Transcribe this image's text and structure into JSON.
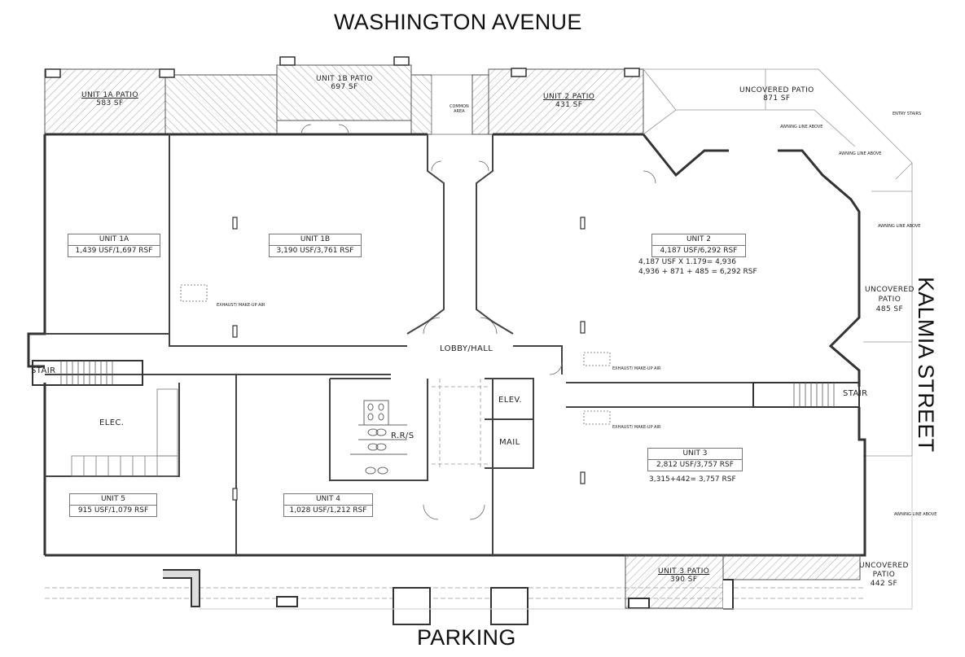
{
  "streets": {
    "top": "WASHINGTON AVENUE",
    "bottom": "PARKING",
    "right": "KALMIA STREET"
  },
  "units": [
    {
      "name": "UNIT 1A",
      "area": "1,439 USF/1,697 RSF"
    },
    {
      "name": "UNIT 1B",
      "area": "3,190 USF/3,761 RSF"
    },
    {
      "name": "UNIT 2",
      "area": "4,187 USF/6,292 RSF",
      "calc": [
        "4,187 USF X 1.179= 4,936",
        "4,936 + 871 + 485 = 6,292 RSF"
      ]
    },
    {
      "name": "UNIT 3",
      "area": "2,812 USF/3,757 RSF",
      "calc": [
        "3,315+442= 3,757 RSF"
      ]
    },
    {
      "name": "UNIT 4",
      "area": "1,028 USF/1,212 RSF"
    },
    {
      "name": "UNIT 5",
      "area": "915 USF/1,079 RSF"
    }
  ],
  "patios": [
    {
      "name": "UNIT 1A PATIO",
      "area": "583 SF"
    },
    {
      "name": "UNIT 1B PATIO",
      "area": "697 SF"
    },
    {
      "name": "UNIT 2 PATIO",
      "area": "431 SF"
    },
    {
      "name": "UNCOVERED PATIO",
      "area": "871 SF"
    },
    {
      "name": "UNCOVERED PATIO",
      "area": "485 SF"
    },
    {
      "name": "UNIT 3 PATIO",
      "area": "390 SF"
    },
    {
      "name": "UNCOVERED PATIO",
      "area": "442 SF"
    }
  ],
  "rooms": {
    "lobby": "LOBBY/HALL",
    "elev": "ELEV.",
    "mail": "MAIL",
    "restrooms": "R.R/S",
    "elec": "ELEC.",
    "stair_left": "STAIR",
    "stair_right": "STAIR",
    "common": [
      "COMMON",
      "AREA"
    ]
  },
  "notes": {
    "exhaust": "EXHAUST/ MAKE-UP AIR",
    "awning": "AWNING LINE ABOVE",
    "entry_stairs": "ENTRY STAIRS"
  }
}
